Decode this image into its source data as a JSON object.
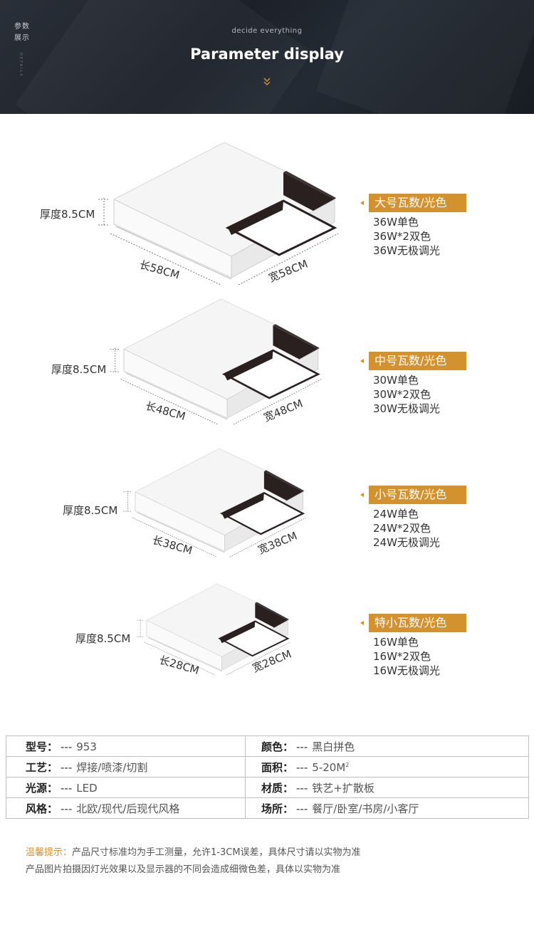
{
  "header": {
    "side_line1": "参数",
    "side_line2": "展示",
    "side_vertical": "DETAILS",
    "subtitle": "decide everything",
    "title": "Parameter display",
    "chevron_icon": "double-chevron-down-icon",
    "accent": "#d4922f"
  },
  "products": [
    {
      "thickness": "厚度8.5CM",
      "length": "长58CM",
      "width": "宽58CM",
      "tag": "大号瓦数/光色",
      "specs": [
        "36W单色",
        "36W*2双色",
        "36W无极调光"
      ]
    },
    {
      "thickness": "厚度8.5CM",
      "length": "长48CM",
      "width": "宽48CM",
      "tag": "中号瓦数/光色",
      "specs": [
        "30W单色",
        "30W*2双色",
        "30W无极调光"
      ]
    },
    {
      "thickness": "厚度8.5CM",
      "length": "长38CM",
      "width": "宽38CM",
      "tag": "小号瓦数/光色",
      "specs": [
        "24W单色",
        "24W*2双色",
        "24W无极调光"
      ]
    },
    {
      "thickness": "厚度8.5CM",
      "length": "长28CM",
      "width": "宽28CM",
      "tag": "特小瓦数/光色",
      "specs": [
        "16W单色",
        "16W*2双色",
        "16W无极调光"
      ]
    }
  ],
  "table": {
    "separator": "---",
    "rows": [
      [
        {
          "key": "型号：",
          "value": "953"
        },
        {
          "key": "颜色：",
          "value": "黑白拼色"
        }
      ],
      [
        {
          "key": "工艺：",
          "value": "焊接/喷漆/切割"
        },
        {
          "key": "面积：",
          "value": "5-20M",
          "sup": "2"
        }
      ],
      [
        {
          "key": "光源：",
          "value": "LED"
        },
        {
          "key": "材质：",
          "value": "铁艺+扩散板"
        }
      ],
      [
        {
          "key": "风格：",
          "value": "北欧/现代/后现代风格"
        },
        {
          "key": "场所：",
          "value": "餐厅/卧室/书房/小客厅"
        }
      ]
    ]
  },
  "note": {
    "label": "温馨提示：",
    "line1": "产品尺寸标准均为手工测量，允许1-3CM误差，具体尺寸请以实物为准",
    "line2": "产品图片拍摄因灯光效果以及显示器的不同会造成细微色差，具体以实物为准"
  }
}
